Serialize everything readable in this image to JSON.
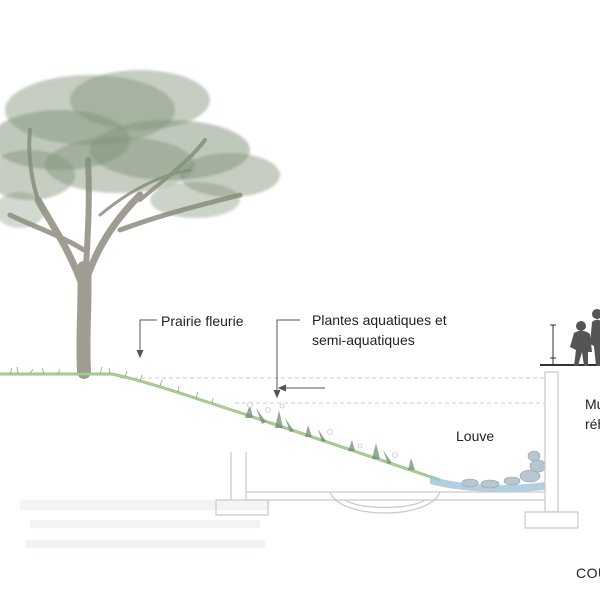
{
  "labels": {
    "prairie": "Prairie fleurie",
    "plantes_line1": "Plantes aquatiques et",
    "plantes_line2": "semi-aquatiques",
    "louve": "Louve",
    "mur_line1": "Mu",
    "mur_line2": "réh",
    "coupe": "COU"
  },
  "colors": {
    "tree_foliage": "#7f9377",
    "tree_trunk": "#8f8b80",
    "grass": "#9cc28a",
    "water": "#9fc2d8",
    "structure_line": "#c9c9c9",
    "text": "#222222"
  }
}
